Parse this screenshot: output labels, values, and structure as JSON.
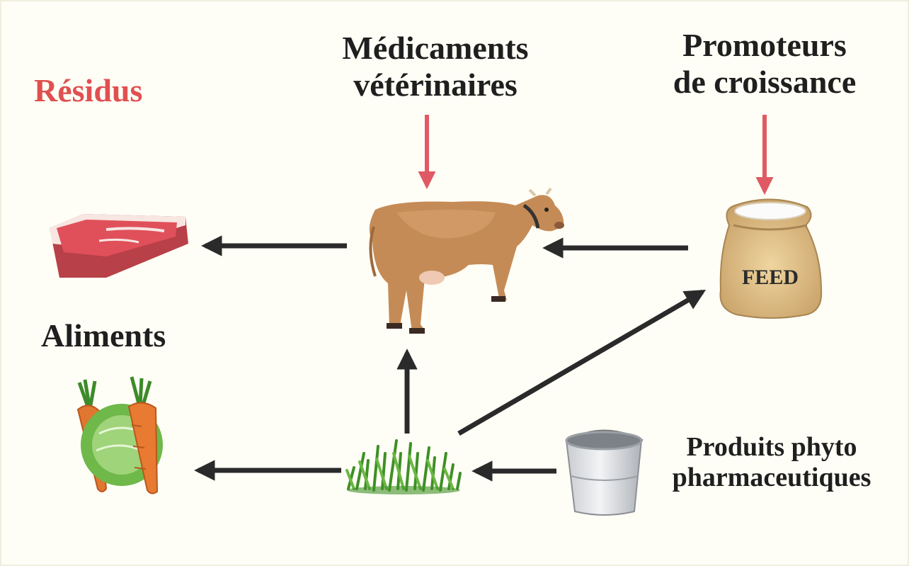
{
  "labels": {
    "residus": "Résidus",
    "medicaments_line1": "Médicaments",
    "medicaments_line2": "vétérinaires",
    "promoteurs_line1": "Promoteurs",
    "promoteurs_line2": "de croissance",
    "aliments": "Aliments",
    "phyto_line1": "Produits phyto",
    "phyto_line2": "pharmaceutiques",
    "feed_bag": "FEED"
  },
  "colors": {
    "background": "#fffef6",
    "residus_text": "#e05050",
    "label_text": "#1f1f1f",
    "input_arrow": "#e05a64",
    "flow_arrow": "#2a2a2a"
  },
  "icons": [
    "meat-icon",
    "cow-icon",
    "feed-bag-icon",
    "vegetables-icon",
    "grass-icon",
    "bucket-icon"
  ]
}
